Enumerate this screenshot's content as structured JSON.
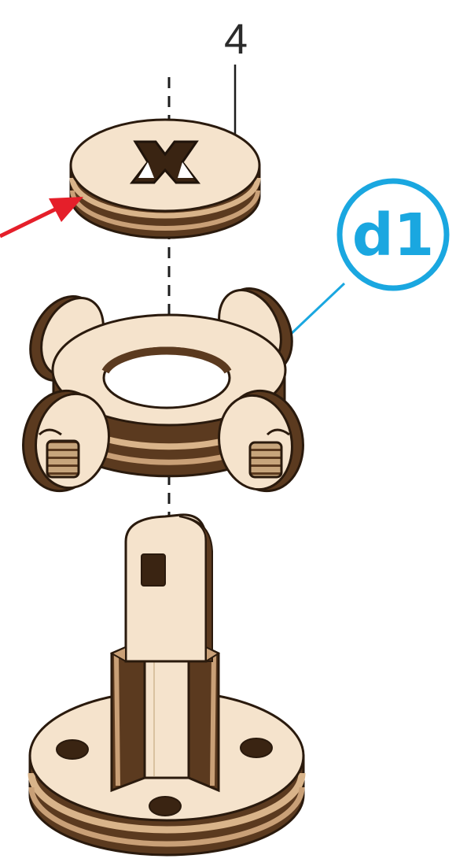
{
  "labels": {
    "part_number": "4",
    "callout_badge": "d1"
  },
  "colors": {
    "wood_face": "#f5e3cc",
    "wood_dark": "#5b3a1f",
    "wood_mid": "#c7a57c",
    "outline": "#2a1a0d",
    "callout": "#1aa7e0",
    "arrow": "#e51f2a",
    "axis": "#1c1c1c"
  },
  "parts": [
    {
      "id": "4",
      "kind": "disc-with-cross-slot"
    },
    {
      "id": "d1",
      "kind": "ring-with-four-tabs"
    },
    {
      "kind": "shaft-with-cross-fins-on-round-base"
    }
  ]
}
